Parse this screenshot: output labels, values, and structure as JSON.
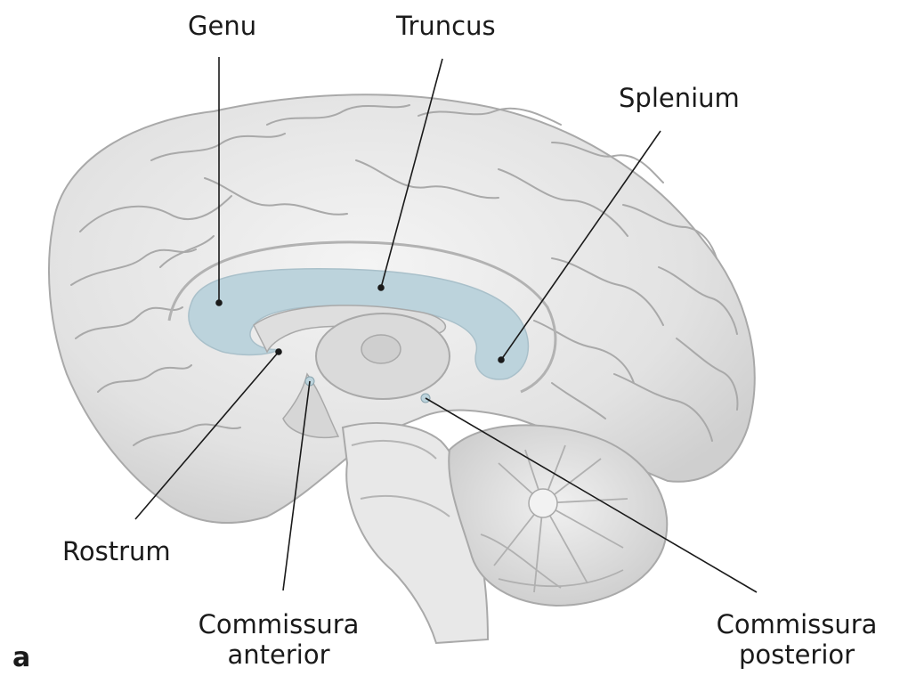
{
  "labels": {
    "genu": "Genu",
    "truncus": "Truncus",
    "splenium": "Splenium",
    "rostrum": "Rostrum",
    "commissura_anterior": [
      "Commissura",
      "anterior"
    ],
    "commissura_posterior": [
      "Commissura",
      "posterior"
    ]
  },
  "panel_letter": "a",
  "colors": {
    "corpus_callosum": "#bcd3dc",
    "brain_fill": "#e4e4e4",
    "gyri_outline": "#a9a9a9",
    "leader_line": "#1a1a1a"
  }
}
